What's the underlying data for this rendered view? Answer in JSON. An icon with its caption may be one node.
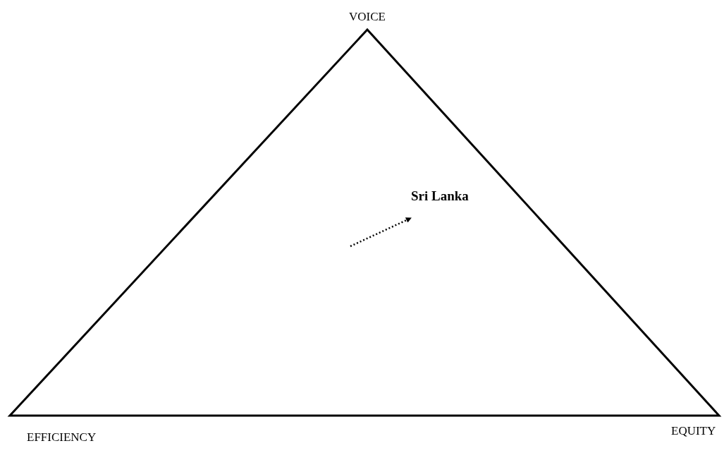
{
  "diagram": {
    "labels": [
      "VOICE",
      "Sri Lanka",
      "EFFICIENCY",
      "EQUITY"
    ]
  }
}
